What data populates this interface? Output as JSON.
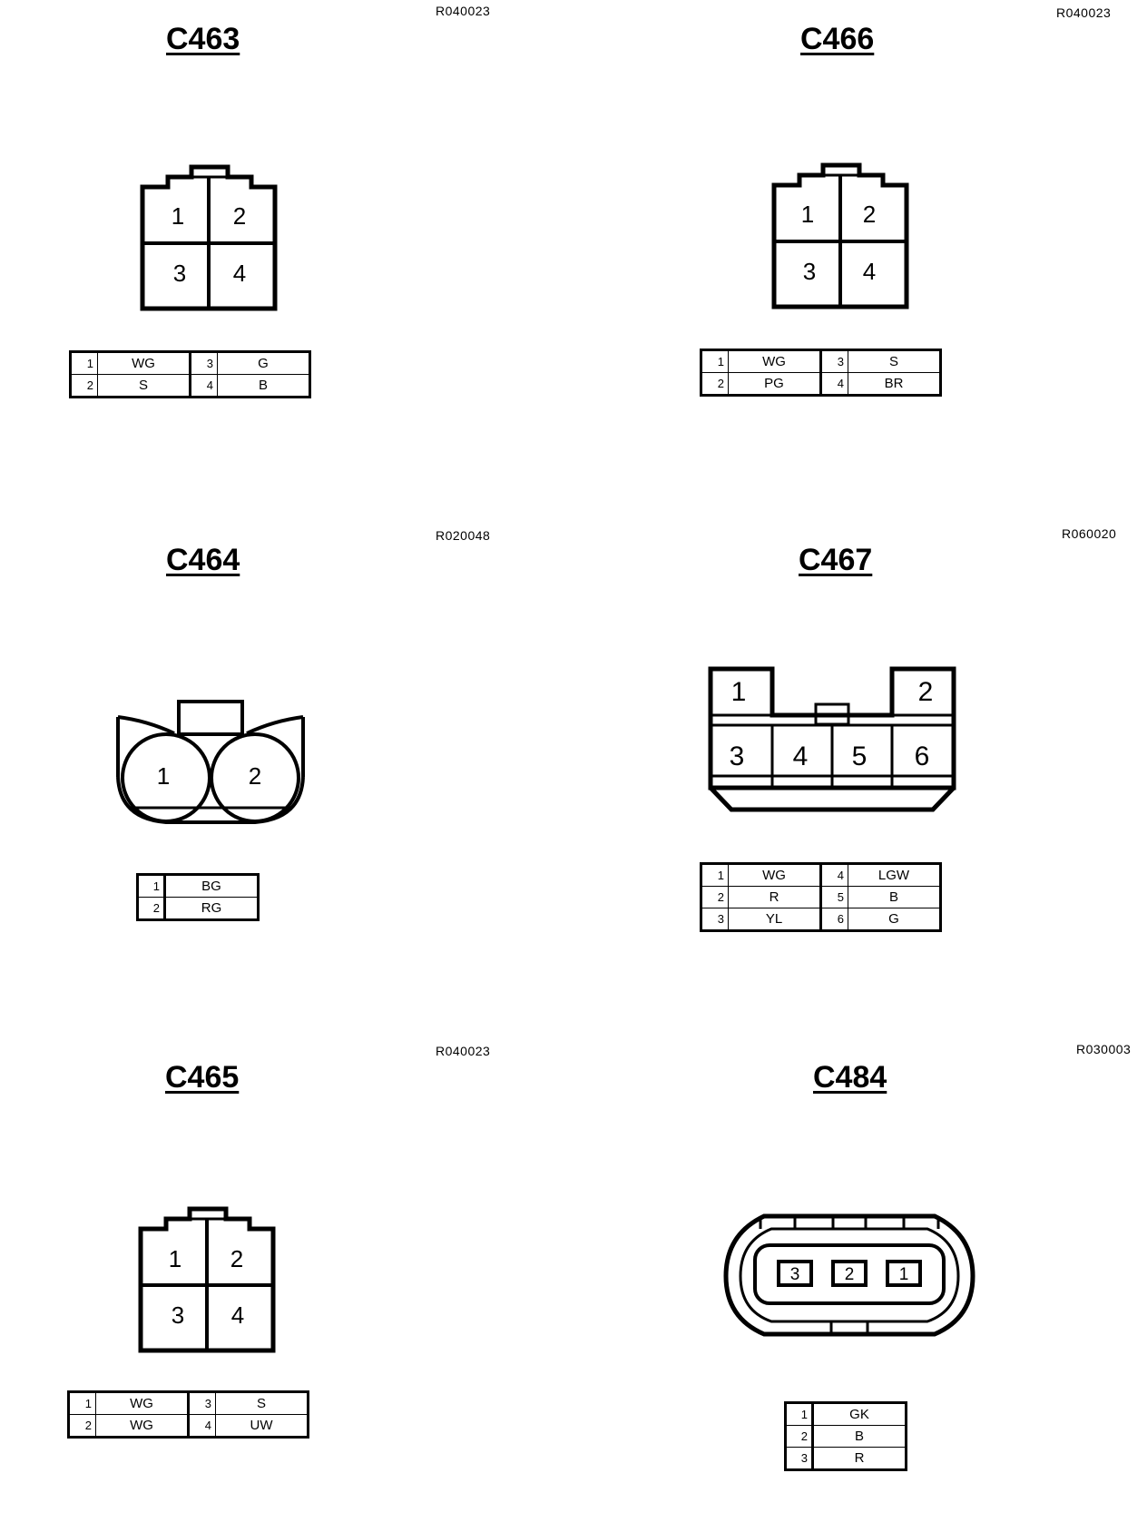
{
  "connectors": [
    {
      "id": "C463",
      "ref": "R040023",
      "pins": [
        "1",
        "2",
        "3",
        "4"
      ],
      "wires": [
        {
          "pin": "1",
          "color": "WG"
        },
        {
          "pin": "3",
          "color": "G"
        },
        {
          "pin": "2",
          "color": "S"
        },
        {
          "pin": "4",
          "color": "B"
        }
      ]
    },
    {
      "id": "C466",
      "ref": "R040023",
      "pins": [
        "1",
        "2",
        "3",
        "4"
      ],
      "wires": [
        {
          "pin": "1",
          "color": "WG"
        },
        {
          "pin": "3",
          "color": "S"
        },
        {
          "pin": "2",
          "color": "PG"
        },
        {
          "pin": "4",
          "color": "BR"
        }
      ]
    },
    {
      "id": "C464",
      "ref": "R020048",
      "pins": [
        "1",
        "2"
      ],
      "wires": [
        {
          "pin": "1",
          "color": "BG"
        },
        {
          "pin": "2",
          "color": "RG"
        }
      ]
    },
    {
      "id": "C467",
      "ref": "R060020",
      "pins": [
        "1",
        "2",
        "3",
        "4",
        "5",
        "6"
      ],
      "wires": [
        {
          "pin": "1",
          "color": "WG"
        },
        {
          "pin": "4",
          "color": "LGW"
        },
        {
          "pin": "2",
          "color": "R"
        },
        {
          "pin": "5",
          "color": "B"
        },
        {
          "pin": "3",
          "color": "YL"
        },
        {
          "pin": "6",
          "color": "G"
        }
      ]
    },
    {
      "id": "C465",
      "ref": "R040023",
      "pins": [
        "1",
        "2",
        "3",
        "4"
      ],
      "wires": [
        {
          "pin": "1",
          "color": "WG"
        },
        {
          "pin": "3",
          "color": "S"
        },
        {
          "pin": "2",
          "color": "WG"
        },
        {
          "pin": "4",
          "color": "UW"
        }
      ]
    },
    {
      "id": "C484",
      "ref": "R030003",
      "pins": [
        "3",
        "2",
        "1"
      ],
      "wires": [
        {
          "pin": "1",
          "color": "GK"
        },
        {
          "pin": "2",
          "color": "B"
        },
        {
          "pin": "3",
          "color": "R"
        }
      ]
    }
  ],
  "colors": {
    "ink": "#000000",
    "paper": "#ffffff"
  }
}
